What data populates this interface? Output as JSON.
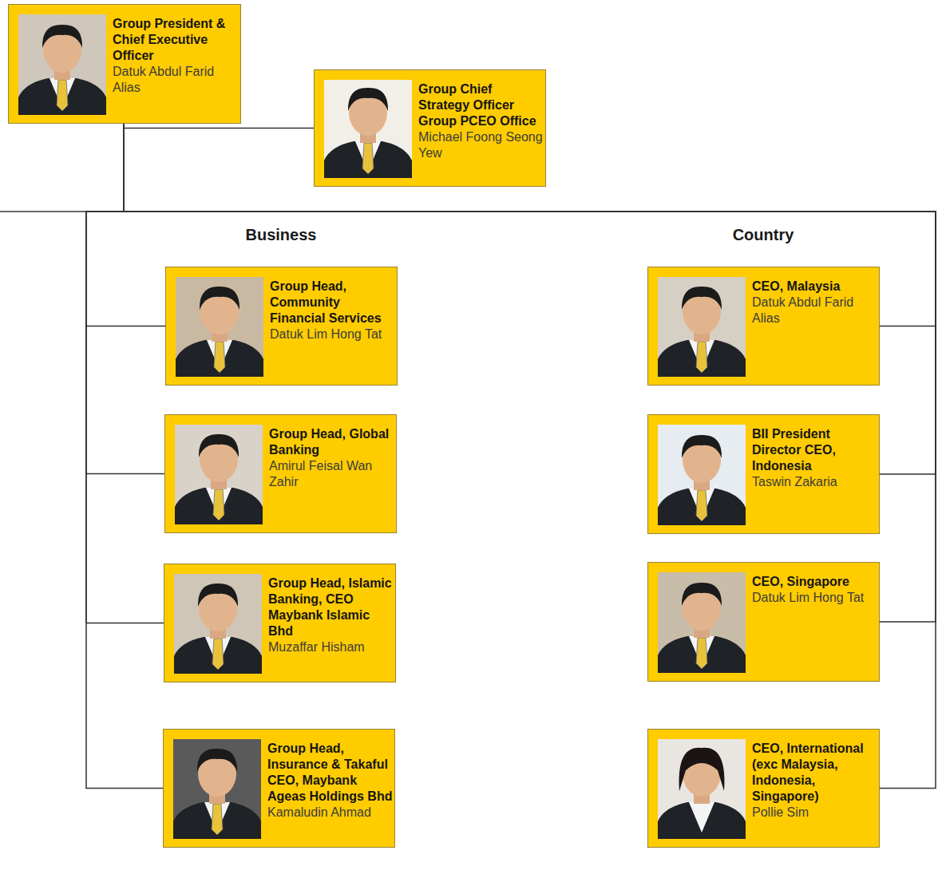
{
  "diagram": {
    "nodes": [
      {
        "text": [
          "Group President & Chief Executive Officer",
          "Datuk Abdul Farid Alias"
        ]
      },
      {
        "text": [
          "Group Chief Strategy Officer Group PCEO Office",
          "Michael Foong Seong Yew"
        ]
      },
      {
        "text": [
          "Group Head, Community Financial Services",
          "Datuk Lim Hong Tat"
        ]
      },
      {
        "text": [
          "CEO, Malaysia",
          "Datuk Abdul Farid Alias"
        ]
      },
      {
        "text": [
          "Group Head, Global Banking",
          "Amirul Feisal Wan Zahir"
        ]
      },
      {
        "text": [
          "BII President Director CEO, Indonesia",
          "Taswin Zakaria"
        ]
      },
      {
        "text": [
          "Group Head, Islamic Banking, CEO Maybank Islamic Bhd",
          "Muzaffar Hisham"
        ]
      },
      {
        "text": [
          "CEO, Singapore",
          "Datuk Lim Hong Tat"
        ]
      },
      {
        "text": [
          "Group Head, Insurance & Takaful CEO, Maybank Ageas Holdings Bhd",
          "Kamaludin Ahmad"
        ]
      },
      {
        "text": [
          "CEO, International (exc Malaysia, Indonesia, Singapore)",
          "Pollie Sim"
        ]
      }
    ],
    "edges": [
      {
        "from": 0,
        "to": 1,
        "arrow": "none"
      },
      {
        "from": 0,
        "to": 2,
        "arrow": "none"
      },
      {
        "from": 0,
        "to": 3,
        "arrow": "none"
      },
      {
        "from": 0,
        "to": 4,
        "arrow": "none"
      },
      {
        "from": 0,
        "to": 5,
        "arrow": "none"
      },
      {
        "from": 0,
        "to": 6,
        "arrow": "none"
      },
      {
        "from": 0,
        "to": 7,
        "arrow": "none"
      },
      {
        "from": 0,
        "to": 8,
        "arrow": "none"
      },
      {
        "from": 0,
        "to": 9,
        "arrow": "none"
      }
    ],
    "labels": [
      "Business",
      "Country"
    ]
  }
}
